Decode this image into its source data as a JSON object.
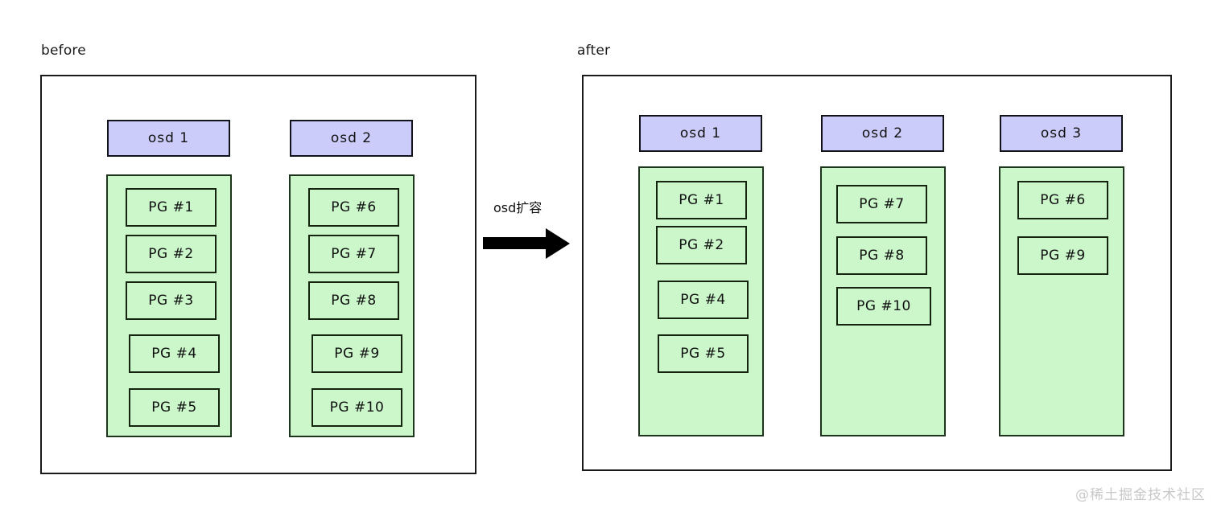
{
  "diagram": {
    "title_before": "before",
    "title_after": "after",
    "transition_label": "osd扩容",
    "watermark": "@稀土掘金技术社区",
    "colors": {
      "osd_fill": "#ccccfa",
      "pg_fill": "#cbf7cb",
      "border": "#1a1a1a",
      "arrow": "#000000",
      "watermark": "#c8c8c8"
    },
    "before": {
      "label": "before",
      "osds": [
        {
          "name": "osd 1",
          "pgs": [
            "PG #1",
            "PG #2",
            "PG #3",
            "PG #4",
            "PG #5"
          ]
        },
        {
          "name": "osd 2",
          "pgs": [
            "PG #6",
            "PG #7",
            "PG #8",
            "PG #9",
            "PG #10"
          ]
        }
      ]
    },
    "after": {
      "label": "after",
      "osds": [
        {
          "name": "osd 1",
          "pgs": [
            "PG #1",
            "PG #2",
            "PG #4",
            "PG #5"
          ]
        },
        {
          "name": "osd 2",
          "pgs": [
            "PG #7",
            "PG #8",
            "PG #10"
          ]
        },
        {
          "name": "osd 3",
          "pgs": [
            "PG #6",
            "PG #9"
          ]
        }
      ]
    }
  }
}
